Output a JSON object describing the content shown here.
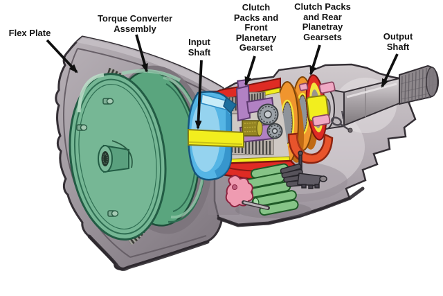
{
  "labels": {
    "flex_plate": "Flex Plate",
    "torque_converter": "Torque Converter\nAssembly",
    "input_shaft": "Input\nShaft",
    "front_gearset": "Clutch\nPacks and\nFront\nPlanetary\nGearset",
    "rear_gearsets": "Clutch Packs\nand Rear\nPlanetray\nGearsets",
    "output_shaft": "Output\nShaft"
  },
  "colors": {
    "flex_plate": "#76b795",
    "torque_converter": "#5aa57e",
    "drum_blue": "#55b5e5",
    "input_shaft_yellow": "#f2ee1e",
    "front_drum_red": "#df2b24",
    "rings_orange": "#f0952e",
    "rear_drum_orange": "#e8542c",
    "clutch_hub_purple": "#b181c3",
    "accent_pink": "#f0a9c4",
    "bracket_pink": "#ef9bb1",
    "rollers_green": "#86c487",
    "gears_gray": "#9ba1a7",
    "output_shaft_gray": "#bdb7bb",
    "spline_gray": "#8e888c",
    "dark_metal": "#57535b",
    "outline": "#3a3438"
  }
}
